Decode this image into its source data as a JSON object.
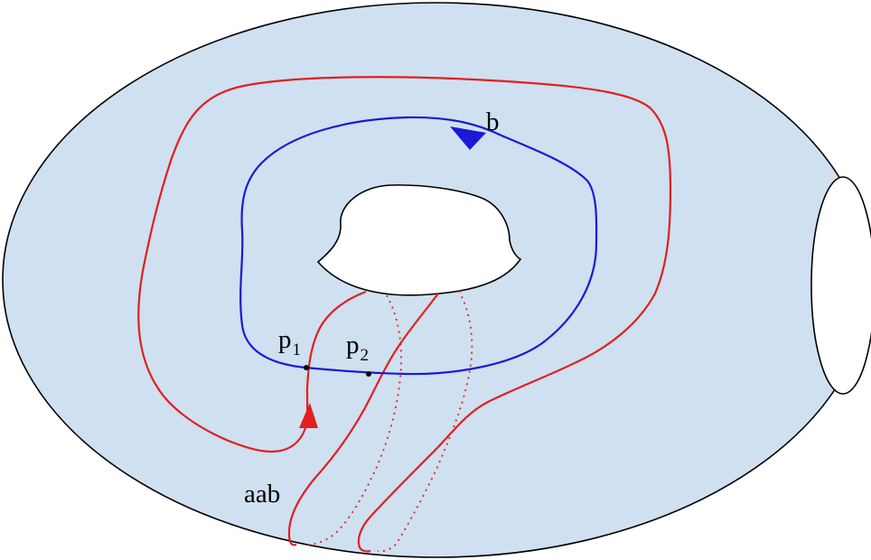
{
  "colors": {
    "surface": "#cfe0f0",
    "outline": "#000000",
    "curve_aab": "#ee2222",
    "curve_b": "#1a1ad6",
    "hole": "#ffffff",
    "background": "#ffffff"
  },
  "labels": {
    "b": "b",
    "aab": "aab",
    "p1": {
      "base": "p",
      "sub": "1"
    },
    "p2": {
      "base": "p",
      "sub": "2"
    }
  }
}
